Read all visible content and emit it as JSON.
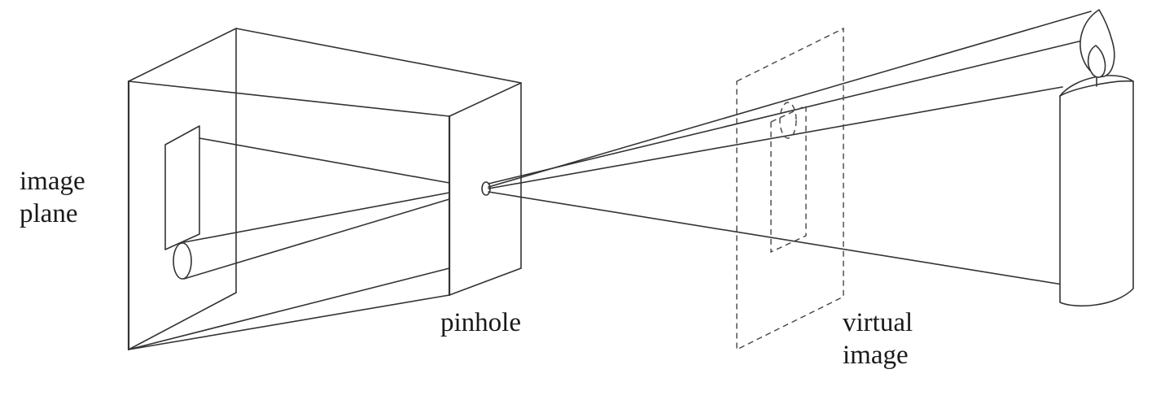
{
  "labels": {
    "image_plane": [
      "image",
      "plane"
    ],
    "pinhole": "pinhole",
    "virtual_image": [
      "virtual",
      "image"
    ]
  }
}
